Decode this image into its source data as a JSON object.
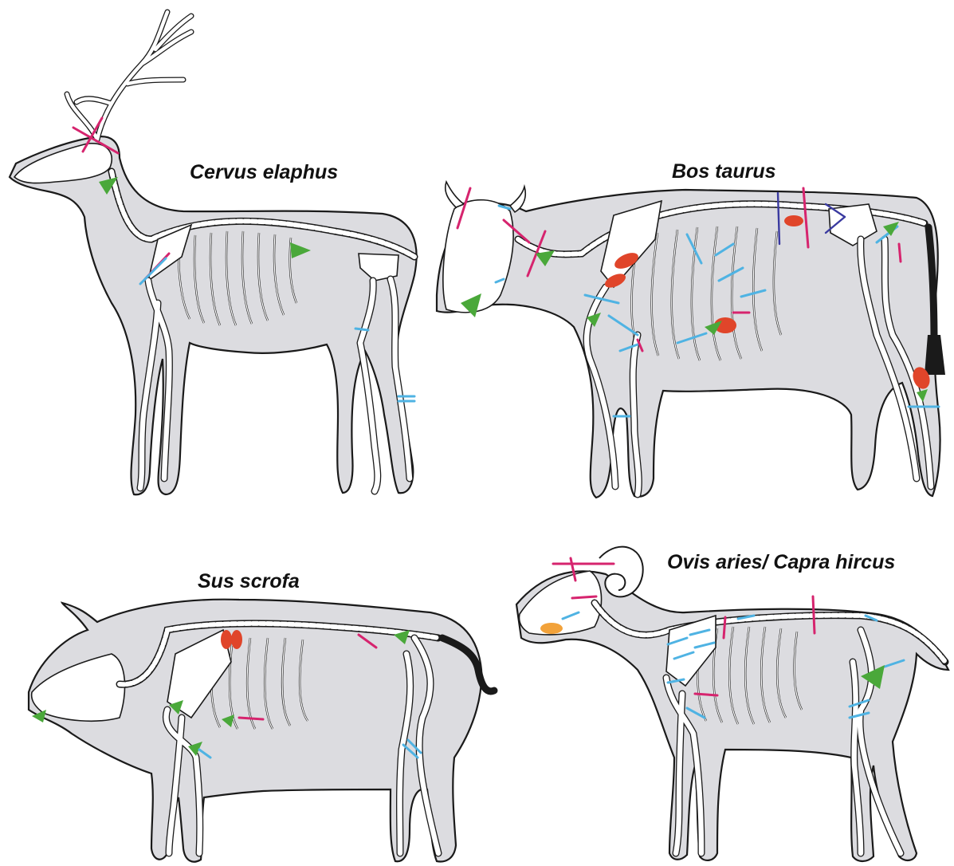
{
  "species": {
    "deer": "Cervus elaphus",
    "cow": "Bos taurus",
    "pig": "Sus scrofa",
    "sheep": "Ovis aries/ Capra hircus"
  },
  "colors": {
    "silhouette": "#dcdce0",
    "outline": "#1a1a1a",
    "cut_marks": "#d6246e",
    "chop_marks": "#4fb3e3",
    "navy_marks": "#3a3aa0",
    "gnawing": "#4aa83a",
    "burning": "#e0452a",
    "other": "#f2a23a"
  }
}
